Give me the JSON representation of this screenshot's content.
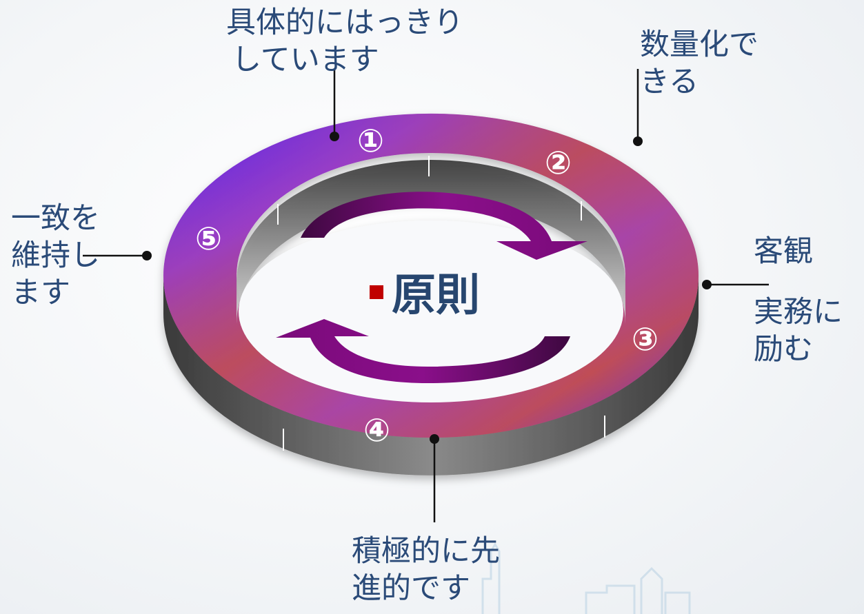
{
  "center": {
    "label": "原則"
  },
  "steps": [
    {
      "number": "①",
      "lines": [
        "具体的にはっきり",
        "しています"
      ]
    },
    {
      "number": "②",
      "lines": [
        "数量化で",
        "きる"
      ]
    },
    {
      "number": "③",
      "lines": [
        "客観",
        "実務に",
        "励む"
      ]
    },
    {
      "number": "④",
      "lines": [
        "積極的に先",
        "進的です"
      ]
    },
    {
      "number": "⑤",
      "lines": [
        "一致を",
        "維持し",
        "ます"
      ]
    }
  ],
  "colors": {
    "label_text": "#2a4a78",
    "ring_blue": "#5a26e6",
    "ring_red": "#c14e4e",
    "ring_purple": "#9a3ec6",
    "arrow": "#7a0a7a",
    "center_marker": "#c00000",
    "ring_wall": "#555555"
  }
}
